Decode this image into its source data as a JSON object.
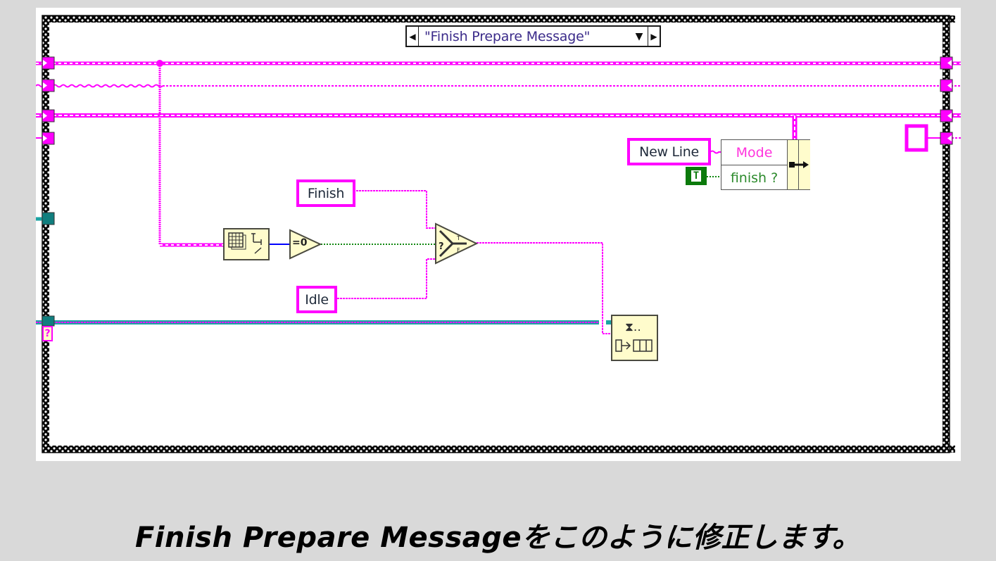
{
  "diagram": {
    "case_selector": {
      "value": "\"Finish Prepare Message\"",
      "prev_icon": "left-triangle-icon",
      "next_icon": "right-triangle-icon",
      "dropdown_icon": "down-triangle-icon"
    },
    "constants": {
      "new_line": "New Line",
      "finish": "Finish",
      "idle": "Idle",
      "true_const": "T"
    },
    "unbundle_by_name": {
      "fields": [
        "Mode",
        "finish ?"
      ]
    },
    "nodes": {
      "array_size_icon": "array-size-icon",
      "equal_zero": "=0",
      "select_icon": "select-icon",
      "enqueue_label": "⧗..",
      "enqueue_icon": "enqueue-element-icon"
    },
    "tunnels": {
      "error_tunnel": "?"
    },
    "colors": {
      "wire_pink": "#ff00ff",
      "wire_teal": "#1aa3a3",
      "wire_blue": "#0000ff",
      "wire_green": "#118811",
      "node_fill": "#fffccc",
      "tunnel_teal": "#107e7e",
      "background": "#d9d9d9"
    }
  },
  "caption": "Finish Prepare Messageをこのように修正します。"
}
